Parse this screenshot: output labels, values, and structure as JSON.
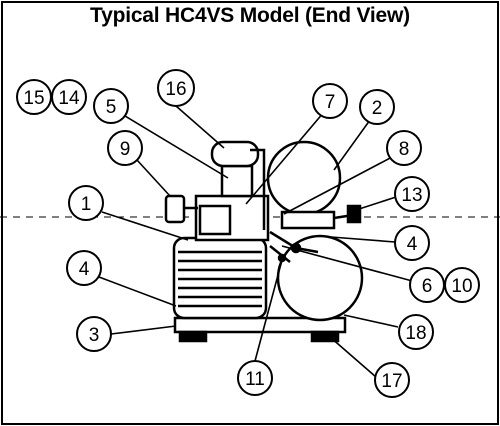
{
  "title": "Typical HC4VS Model (End View)",
  "callouts": [
    {
      "id": "15",
      "label": "15"
    },
    {
      "id": "14",
      "label": "14"
    },
    {
      "id": "5",
      "label": "5"
    },
    {
      "id": "16",
      "label": "16"
    },
    {
      "id": "7",
      "label": "7"
    },
    {
      "id": "2",
      "label": "2"
    },
    {
      "id": "9",
      "label": "9"
    },
    {
      "id": "8",
      "label": "8"
    },
    {
      "id": "1",
      "label": "1"
    },
    {
      "id": "13",
      "label": "13"
    },
    {
      "id": "4a",
      "label": "4"
    },
    {
      "id": "4b",
      "label": "4"
    },
    {
      "id": "6",
      "label": "6"
    },
    {
      "id": "10",
      "label": "10"
    },
    {
      "id": "3",
      "label": "3"
    },
    {
      "id": "18",
      "label": "18"
    },
    {
      "id": "11",
      "label": "11"
    },
    {
      "id": "17",
      "label": "17"
    }
  ],
  "colors": {
    "ink": "#000000",
    "paper": "#ffffff"
  }
}
